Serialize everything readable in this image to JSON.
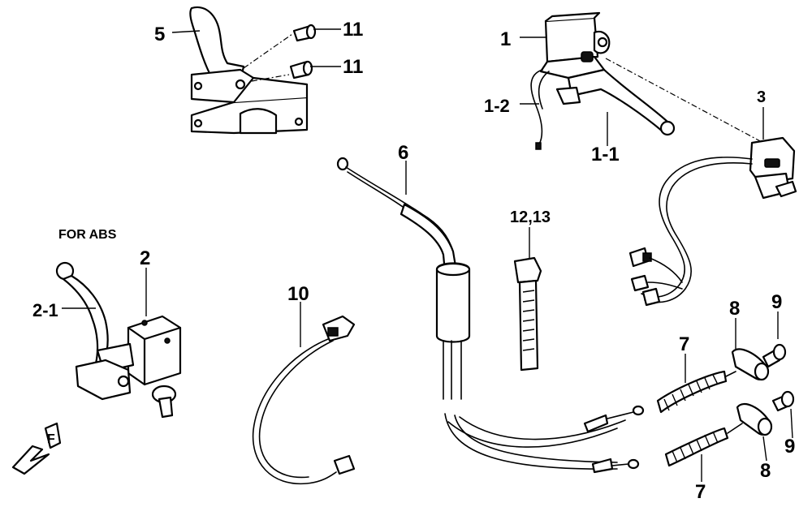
{
  "labels": {
    "l1": "1",
    "l1_1": "1-1",
    "l1_2": "1-2",
    "l2": "2",
    "l2_1": "2-1",
    "l3": "3",
    "l5": "5",
    "l6": "6",
    "l7a": "7",
    "l7b": "7",
    "l8a": "8",
    "l8b": "8",
    "l9a": "9",
    "l9b": "9",
    "l10": "10",
    "l11a": "11",
    "l11b": "11",
    "l12_13": "12,13",
    "for_abs": "FOR ABS",
    "front_mark": "F"
  }
}
